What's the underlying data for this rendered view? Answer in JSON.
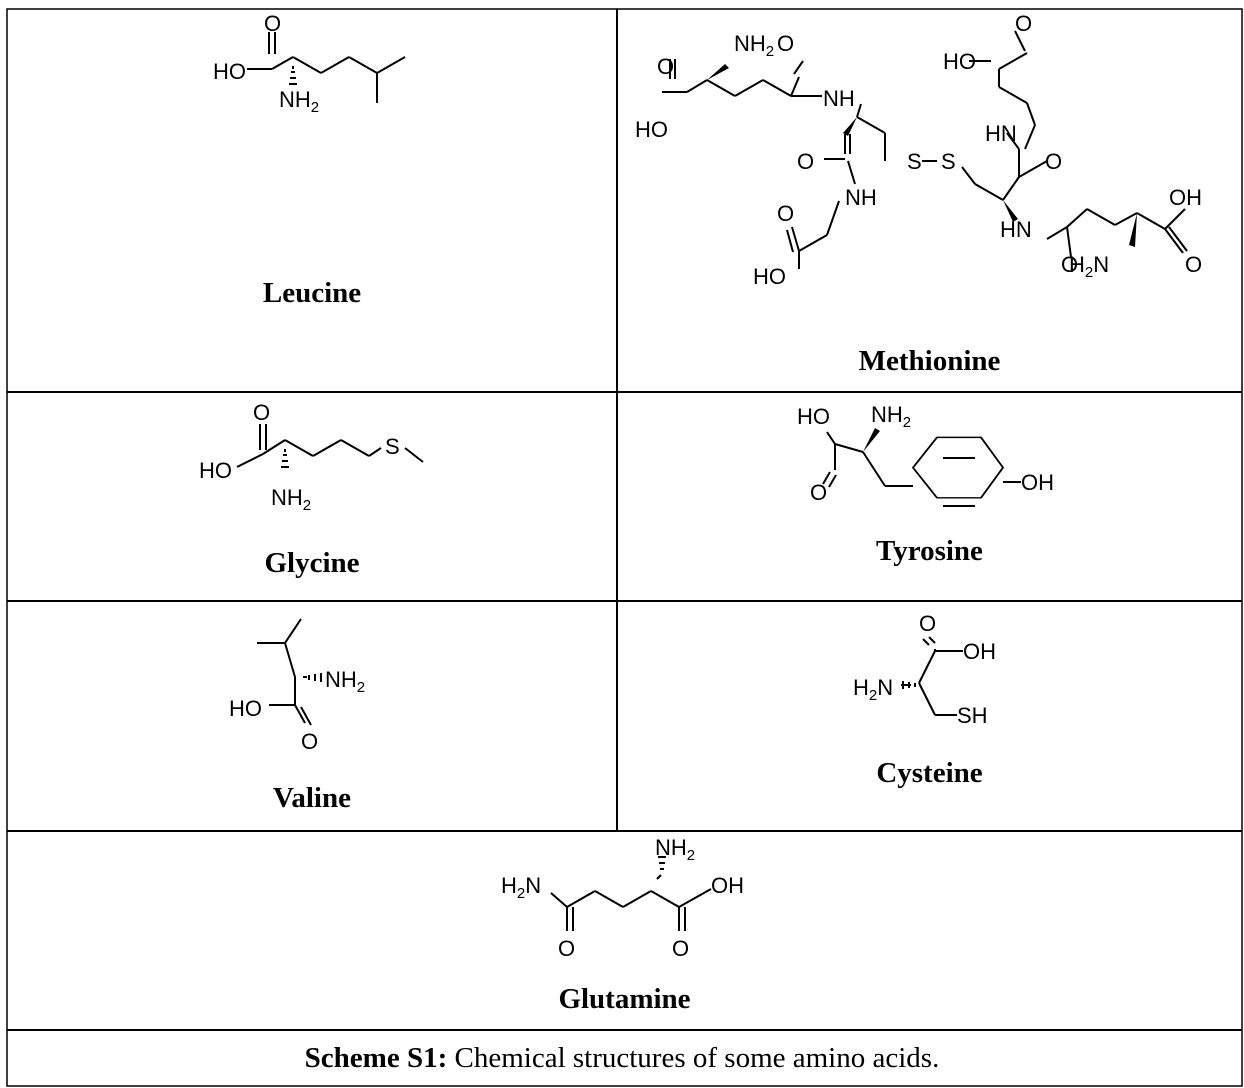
{
  "cells": {
    "leucine": {
      "name": "Leucine"
    },
    "methionine": {
      "name": "Methionine"
    },
    "glycine": {
      "name": "Glycine"
    },
    "tyrosine": {
      "name": "Tyrosine"
    },
    "valine": {
      "name": "Valine"
    },
    "cysteine": {
      "name": "Cysteine"
    },
    "glutamine": {
      "name": "Glutamine"
    }
  },
  "atoms": {
    "O": "O",
    "HO": "HO",
    "OH": "OH",
    "NH": "NH",
    "HN": "HN",
    "N": "N",
    "H": "H",
    "S": "S",
    "SH": "SH",
    "two": "2",
    "NH2_main": "NH"
  },
  "caption": {
    "label": "Scheme S1:",
    "text": " Chemical structures of some amino acids."
  }
}
